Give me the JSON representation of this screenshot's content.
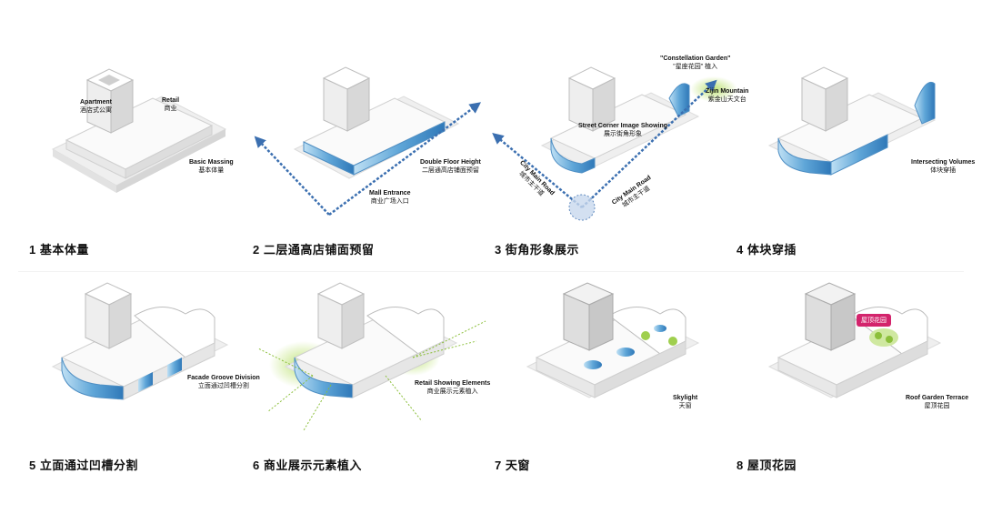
{
  "diagrams": [
    {
      "caption": "1 基本体量",
      "labels": {
        "apartment_en": "Apartment",
        "apartment_cn": "酒店式公寓",
        "retail_en": "Retail",
        "retail_cn": "商业",
        "main_en": "Basic Massing",
        "main_cn": "基本体量"
      }
    },
    {
      "caption": "2 二层通高店铺面预留",
      "labels": {
        "main_en": "Double Floor Height",
        "main_cn": "二层通高店铺面预留",
        "entrance_en": "Mall Entrance",
        "entrance_cn": "商业广场入口"
      }
    },
    {
      "caption": "3 街角形象展示",
      "labels": {
        "garden_en": "\"Constellation Garden\"",
        "garden_cn": "\"星座花园\" 植入",
        "mountain_en": "Zijin Mountain",
        "mountain_cn": "紫金山天文台",
        "street_en": "Street Corner Image Showing",
        "street_cn": "展示街角形象",
        "road1_en": "City Main Road",
        "road1_cn": "城市主干道",
        "road2_en": "City Main Road",
        "road2_cn": "城市主干道"
      }
    },
    {
      "caption": "4 体块穿插",
      "labels": {
        "main_en": "Intersecting Volumes",
        "main_cn": "体块穿插"
      }
    },
    {
      "caption": "5 立面通过凹槽分割",
      "labels": {
        "main_en": "Facade Groove Division",
        "main_cn": "立面通过凹槽分割"
      }
    },
    {
      "caption": "6 商业展示元素植入",
      "labels": {
        "main_en": "Retail Showing Elements",
        "main_cn": "商业展示元素植入"
      }
    },
    {
      "caption": "7 天窗",
      "labels": {
        "main_en": "Skylight",
        "main_cn": "天窗"
      }
    },
    {
      "caption": "8 屋顶花园",
      "labels": {
        "main_en": "Roof Garden Terrace",
        "main_cn": "屋顶花园",
        "tag": "屋顶花园"
      }
    }
  ],
  "colors": {
    "accent_blue": "#4f8fc4",
    "arrow_blue": "#3b6fb0",
    "green": "#9fcf4e",
    "magenta": "#d3246c"
  }
}
